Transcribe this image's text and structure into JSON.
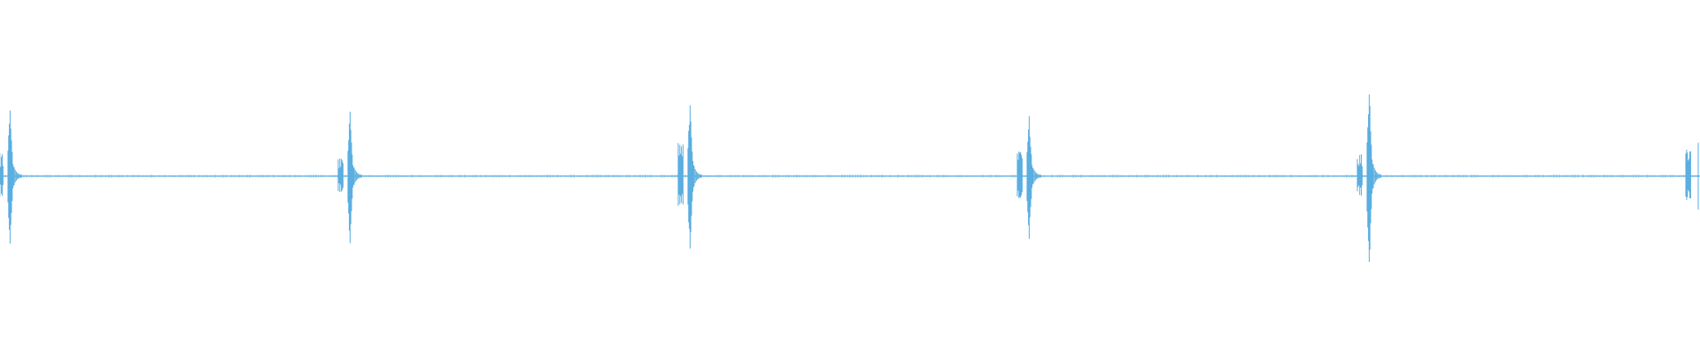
{
  "waveform": {
    "color": "#5AAEE0",
    "beat_count": 6,
    "beats": [
      {
        "pre_amp": 0.26,
        "main_amp_up": 0.74,
        "main_amp_down": 0.76
      },
      {
        "pre_amp": 0.2,
        "main_amp_up": 0.71,
        "main_amp_down": 0.74
      },
      {
        "pre_amp": 0.41,
        "main_amp_up": 0.82,
        "main_amp_down": 0.84
      },
      {
        "pre_amp": 0.28,
        "main_amp_up": 0.66,
        "main_amp_down": 0.69
      },
      {
        "pre_amp": 0.26,
        "main_amp_up": 1.0,
        "main_amp_down": 1.05
      },
      {
        "pre_amp": 0.36,
        "main_amp_up": 0.0,
        "main_amp_down": 0.0
      }
    ]
  }
}
